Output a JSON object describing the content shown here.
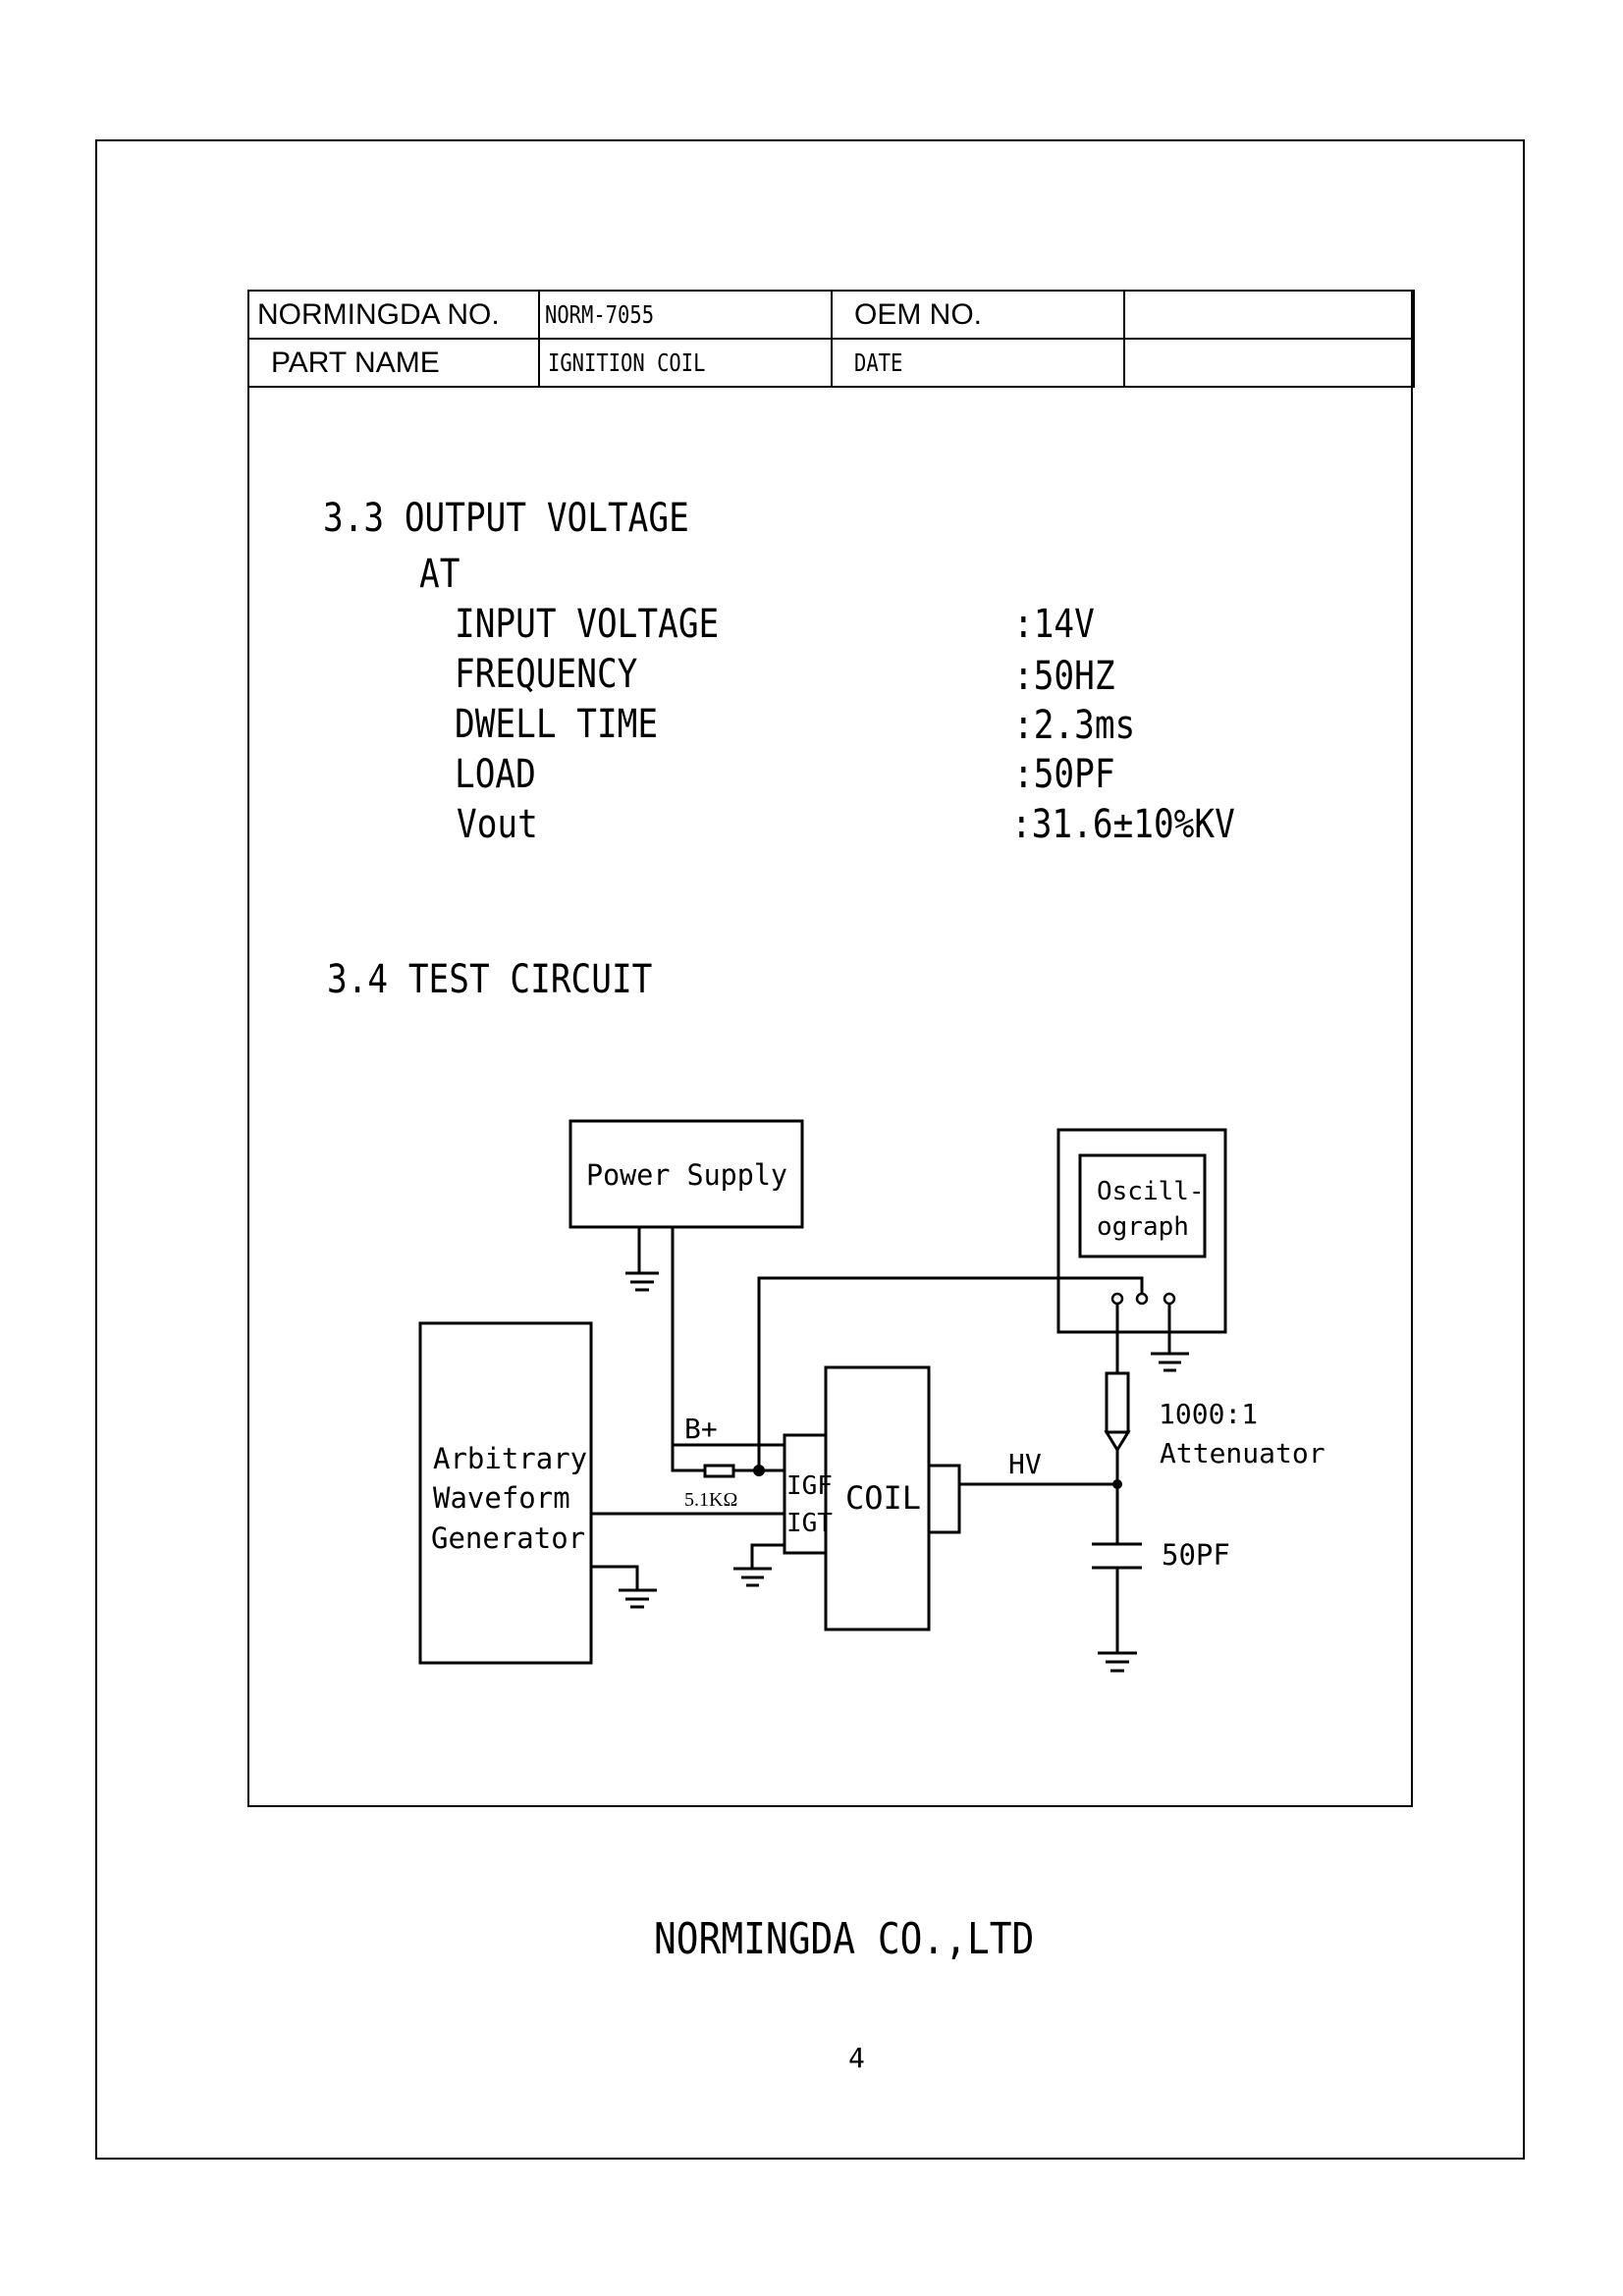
{
  "header_table": {
    "rows": [
      [
        {
          "text": "NORMINGDA NO.",
          "role": "label"
        },
        {
          "text": "NORM-7055",
          "role": "value"
        },
        {
          "text": "OEM NO.",
          "role": "label"
        },
        {
          "text": "",
          "role": "value"
        }
      ],
      [
        {
          "text": "PART NAME",
          "role": "label"
        },
        {
          "text": "IGNITION COIL",
          "role": "value"
        },
        {
          "text": "DATE",
          "role": "label"
        },
        {
          "text": "",
          "role": "value"
        }
      ]
    ]
  },
  "section_output": {
    "title": "3.3 OUTPUT VOLTAGE",
    "at_label": "AT",
    "specs": [
      {
        "label": "INPUT VOLTAGE",
        "value": ":14V"
      },
      {
        "label": "FREQUENCY",
        "value": ":50HZ"
      },
      {
        "label": "DWELL TIME",
        "value": ":2.3ms"
      },
      {
        "label": "LOAD",
        "value": ":50PF"
      },
      {
        "label": "Vout",
        "value": ":31.6±10%KV"
      }
    ]
  },
  "section_circuit": {
    "title": "3.4 TEST CIRCUIT",
    "diagram": {
      "power_supply": "Power Supply",
      "oscilloscope": [
        "Oscill-",
        "ograph"
      ],
      "generator": [
        "Arbitrary",
        "Waveform",
        "Generator"
      ],
      "coil": "COIL",
      "pin_igf": "IGF",
      "pin_igt": "IGT",
      "b_plus": "B+",
      "resistor": "5.1KΩ",
      "hv": "HV",
      "attenuator": [
        "1000:1",
        "Attenuator"
      ],
      "capacitor": "50PF"
    }
  },
  "footer": {
    "company": "NORMINGDA CO.,LTD",
    "page_number": "4"
  }
}
